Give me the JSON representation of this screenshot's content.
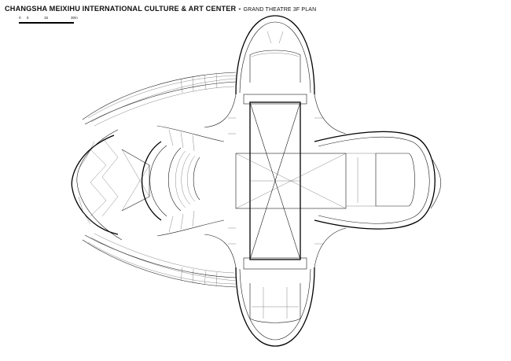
{
  "title": {
    "main": "CHANGSHA MEIXIHU INTERNATIONAL CULTURE & ART CENTER",
    "separator": "-",
    "sub": "GRAND THEATRE 3F PLAN"
  },
  "scale_bar": {
    "ticks": [
      "0",
      "5",
      "15",
      "30m"
    ]
  }
}
